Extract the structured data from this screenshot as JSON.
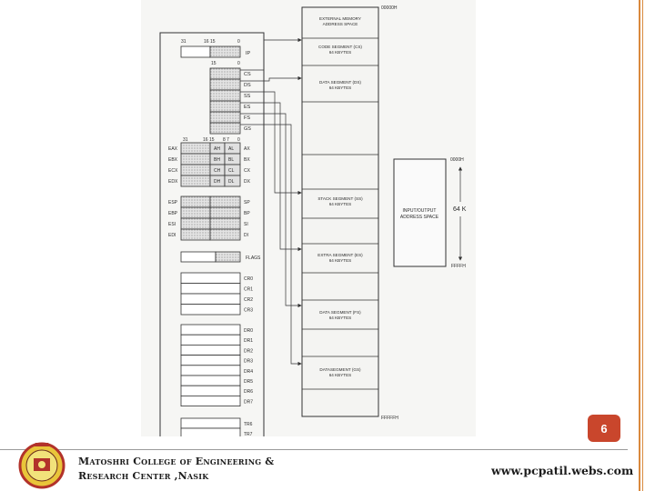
{
  "slide": {
    "page_number": "6",
    "college_line1": "Matoshri College of Engineering &",
    "college_line2": "Research Center ,Nasik",
    "website": "www.pcpatil.webs.com"
  },
  "diagram": {
    "bit_labels_ip": [
      "31",
      "16 15",
      "0"
    ],
    "bit_labels_seg": [
      "15",
      "0"
    ],
    "bit_labels_gpr": [
      "31",
      "16 15",
      "8 7",
      "0"
    ],
    "ip_label": "IP",
    "segment_regs": [
      "CS",
      "DS",
      "SS",
      "ES",
      "FS",
      "GS"
    ],
    "gpr_left": [
      "EAX",
      "EBX",
      "ECX",
      "EDX"
    ],
    "gpr_high": [
      "AH",
      "BH",
      "CH",
      "DH"
    ],
    "gpr_low": [
      "AL",
      "BL",
      "CL",
      "DL"
    ],
    "gpr_right": [
      "AX",
      "BX",
      "CX",
      "DX"
    ],
    "ptr_left": [
      "ESP",
      "EBP",
      "ESI",
      "EDI"
    ],
    "ptr_right": [
      "SP",
      "BP",
      "SI",
      "DI"
    ],
    "flags_label": "FLAGS",
    "control_regs": [
      "CR0",
      "CR1",
      "CR2",
      "CR3"
    ],
    "debug_regs": [
      "DR0",
      "DR1",
      "DR2",
      "DR3",
      "DR4",
      "DR5",
      "DR6",
      "DR7"
    ],
    "test_regs": [
      "TR6",
      "TR7"
    ],
    "memory_top_address": "00000H",
    "memory_bottom_address": "FFFFFH",
    "memory_segments": [
      {
        "line1": "EXTERNAL MEMORY",
        "line2": "ADDRESS SPACE"
      },
      {
        "line1": "CODE SEGMENT (CS)",
        "line2": "64 KBYTES"
      },
      {
        "line1": "DATA SEGMENT (DS)",
        "line2": "64 KBYTES"
      },
      {
        "line1": "STACK SEGMENT (SS)",
        "line2": "64 KBYTES"
      },
      {
        "line1": "EXTRA SEGMENT (ES)",
        "line2": "64 KBYTES"
      },
      {
        "line1": "DATA SEGMENT (FS)",
        "line2": "64 KBYTES"
      },
      {
        "line1": "DATASEGMENT (GS)",
        "line2": "64 KBYTES"
      }
    ],
    "io_line1": "INPUT/OUTPUT",
    "io_line2": "ADDRESS SPACE",
    "io_top_address": "0000H",
    "io_bottom_address": "FFFFH",
    "io_size": "64 K"
  }
}
